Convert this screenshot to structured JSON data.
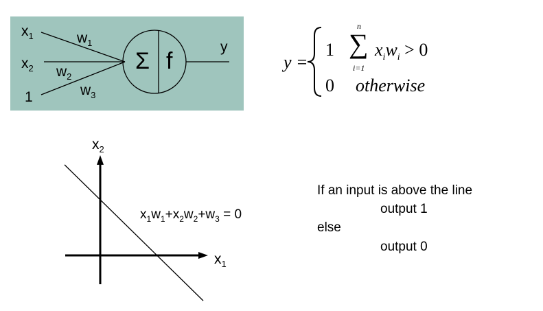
{
  "perceptron": {
    "inputs": [
      {
        "label": "x",
        "sub": "1"
      },
      {
        "label": "x",
        "sub": "2"
      },
      {
        "label": "1",
        "sub": ""
      }
    ],
    "weights": [
      {
        "label": "w",
        "sub": "1"
      },
      {
        "label": "w",
        "sub": "2"
      },
      {
        "label": "w",
        "sub": "3"
      }
    ],
    "sum_symbol": "Σ",
    "activation_symbol": "f",
    "output_label": "y",
    "box_color": "#9fc5bd"
  },
  "formula": {
    "lhs": "y =",
    "case1_value": "1",
    "sum_symbol": "∑",
    "sum_upper": "n",
    "sum_lower": "i=1",
    "case1_expr": "x",
    "case1_expr_sub1": "i",
    "case1_expr_w": "w",
    "case1_expr_sub2": "i",
    "case1_cmp": "> 0",
    "case2_value": "0",
    "case2_text": "otherwise"
  },
  "graph": {
    "y_axis_label": "x",
    "y_axis_sub": "2",
    "x_axis_label": "x",
    "x_axis_sub": "1",
    "line_eq": [
      {
        "t": "x",
        "s": "1"
      },
      {
        "t": "w",
        "s": "1"
      },
      {
        "t": "+x",
        "s": "2"
      },
      {
        "t": "w",
        "s": "2"
      },
      {
        "t": "+w",
        "s": "3"
      },
      {
        "t": " = 0",
        "s": ""
      }
    ]
  },
  "rule": {
    "line1": "If an input is above the line",
    "line2": "output 1",
    "line3": "else",
    "line4": "output 0"
  }
}
